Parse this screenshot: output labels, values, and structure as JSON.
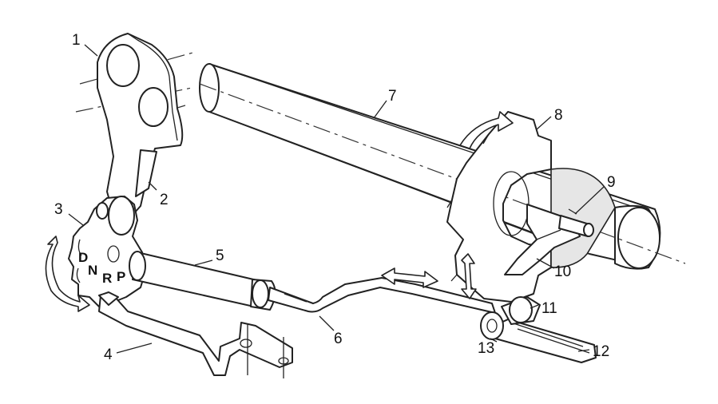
{
  "callouts": [
    "1",
    "2",
    "3",
    "4",
    "5",
    "6",
    "7",
    "8",
    "9",
    "10",
    "11",
    "12",
    "13"
  ],
  "selector_positions": [
    "D",
    "N",
    "R",
    "P"
  ]
}
